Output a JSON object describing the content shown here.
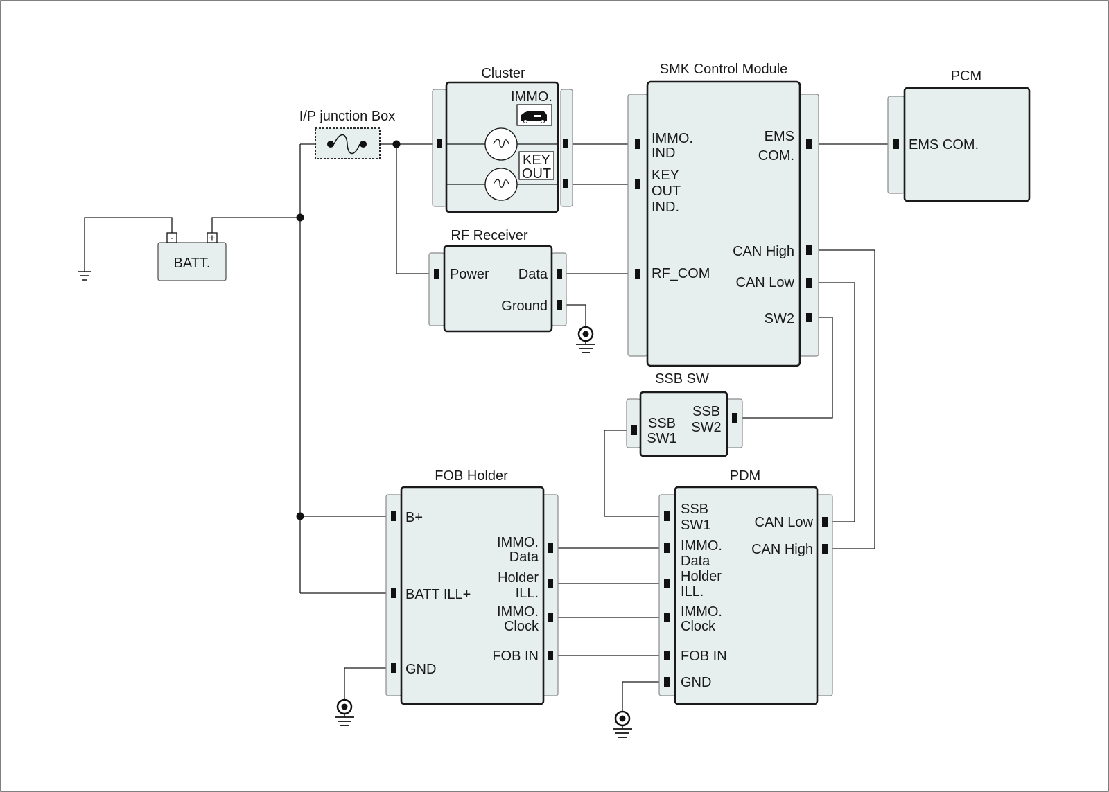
{
  "battery": {
    "label": "BATT.",
    "neg": "-",
    "pos": "+"
  },
  "junction_box": {
    "title": "I/P junction Box"
  },
  "cluster": {
    "title": "Cluster",
    "immo": "IMMO.",
    "key": "KEY",
    "out": "OUT"
  },
  "rf_receiver": {
    "title": "RF Receiver",
    "power": "Power",
    "data": "Data",
    "ground": "Ground"
  },
  "smk": {
    "title": "SMK Control Module",
    "immo_ind_1": "IMMO.",
    "immo_ind_2": "IND",
    "key_out_ind_1": "KEY",
    "key_out_ind_2": "OUT",
    "key_out_ind_3": "IND.",
    "rf_com": "RF_COM",
    "ems_com_1": "EMS",
    "ems_com_2": "COM.",
    "can_high": "CAN High",
    "can_low": "CAN Low",
    "sw2": "SW2"
  },
  "pcm": {
    "title": "PCM",
    "ems_com": "EMS COM."
  },
  "ssb_sw": {
    "title": "SSB SW",
    "sw1_1": "SSB",
    "sw1_2": "SW1",
    "sw2_1": "SSB",
    "sw2_2": "SW2"
  },
  "fob_holder": {
    "title": "FOB Holder",
    "b_plus": "B+",
    "batt_ill": "BATT ILL+",
    "gnd": "GND",
    "immo_data_1": "IMMO.",
    "immo_data_2": "Data",
    "holder_ill_1": "Holder",
    "holder_ill_2": "ILL.",
    "immo_clock_1": "IMMO.",
    "immo_clock_2": "Clock",
    "fob_in": "FOB IN"
  },
  "pdm": {
    "title": "PDM",
    "ssb_sw1_1": "SSB",
    "ssb_sw1_2": "SW1",
    "immo_data_1": "IMMO.",
    "immo_data_2": "Data",
    "holder_ill_1": "Holder",
    "holder_ill_2": "ILL.",
    "immo_clock_1": "IMMO.",
    "immo_clock_2": "Clock",
    "fob_in": "FOB IN",
    "gnd": "GND",
    "can_low": "CAN Low",
    "can_high": "CAN High"
  }
}
